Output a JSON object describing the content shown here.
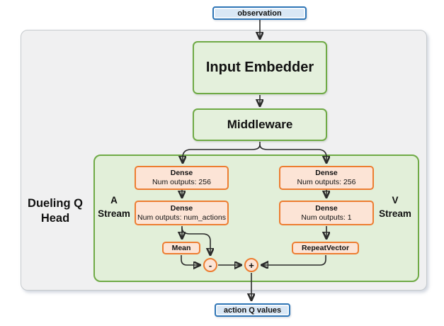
{
  "diagram": {
    "observation": "observation",
    "input_embedder": "Input Embedder",
    "middleware": "Middleware",
    "dueling_head": {
      "title_line1": "Dueling Q",
      "title_line2": "Head"
    },
    "a_stream": {
      "label_line1": "A",
      "label_line2": "Stream",
      "dense1_title": "Dense",
      "dense1_sub": "Num outputs: 256",
      "dense2_title": "Dense",
      "dense2_sub": "Num outputs: num_actions",
      "mean": "Mean",
      "op_minus": "-"
    },
    "v_stream": {
      "label_line1": "V",
      "label_line2": "Stream",
      "dense1_title": "Dense",
      "dense1_sub": "Num outputs: 256",
      "dense2_title": "Dense",
      "dense2_sub": "Num outputs: 1",
      "repeat_vector": "RepeatVector",
      "op_plus": "+"
    },
    "action_q_values": "action Q values",
    "colors": {
      "blue_fill": "#d9e7f5",
      "blue_border": "#2e75b6",
      "green_fill": "#e2efd9",
      "green_border": "#6faa46",
      "orange_fill": "#fce4d6",
      "orange_border": "#ed7d31",
      "outer_fill": "#f0f0f1",
      "outer_border": "#c6cacd",
      "arrow": "#2b2b2b"
    }
  }
}
